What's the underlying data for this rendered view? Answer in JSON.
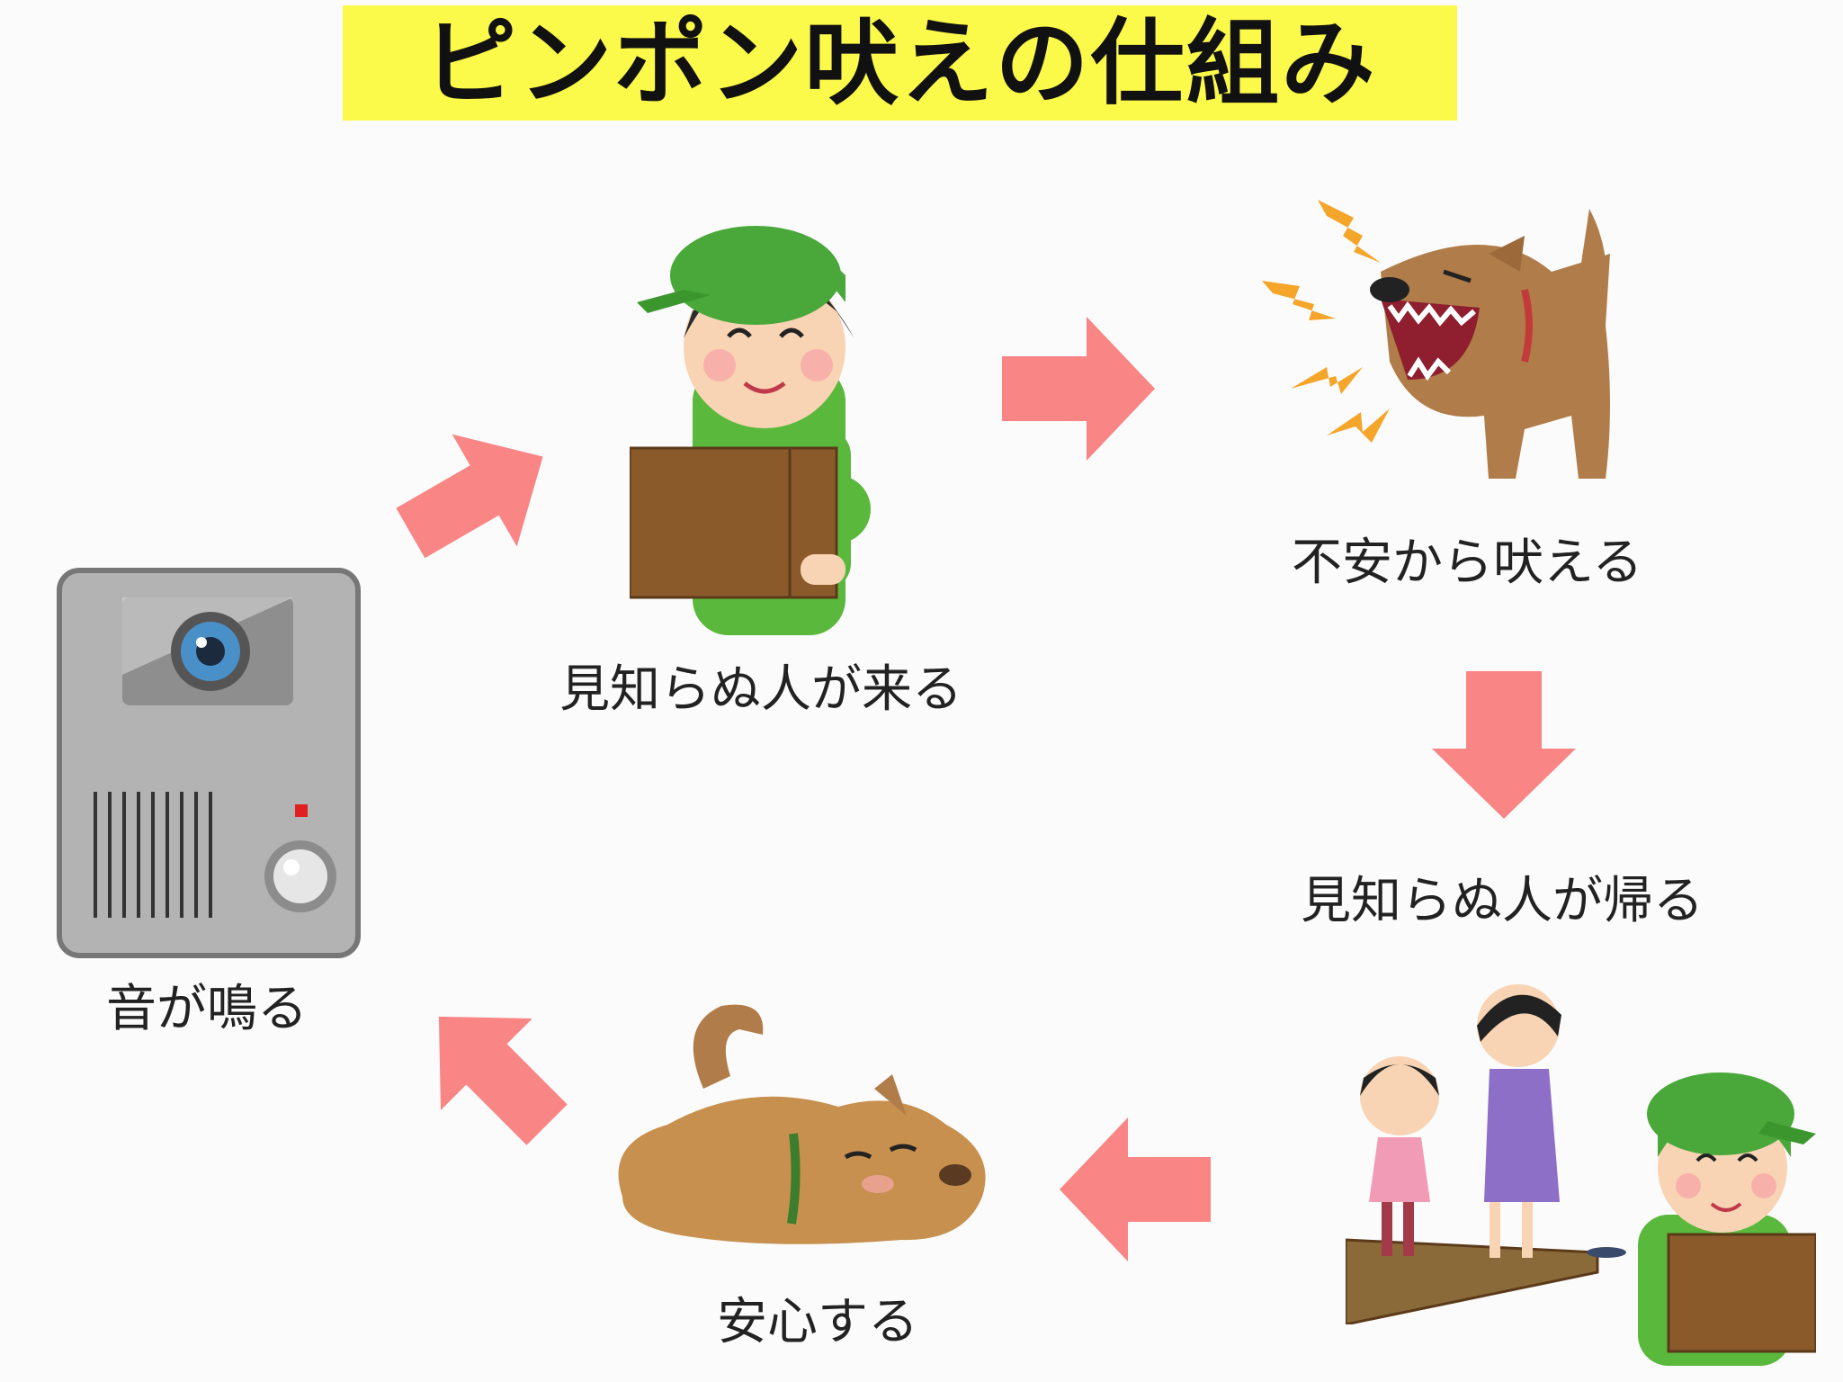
{
  "title": "ピンポン吠えの仕組み",
  "steps": [
    {
      "id": "doorbell",
      "label": "音が鳴る"
    },
    {
      "id": "stranger_arrives",
      "label": "見知らぬ人が来る"
    },
    {
      "id": "barks",
      "label": "不安から吠える"
    },
    {
      "id": "stranger_leaves",
      "label": "見知らぬ人が帰る"
    },
    {
      "id": "relieved",
      "label": "安心する"
    }
  ],
  "colors": {
    "title_bg": "#fbf94a",
    "arrow": "#f98585",
    "uniform_green": "#5ab83c",
    "box_brown": "#8b5a2b",
    "dog_brown": "#b07d4a",
    "intercom_gray": "#b3b3b3"
  }
}
